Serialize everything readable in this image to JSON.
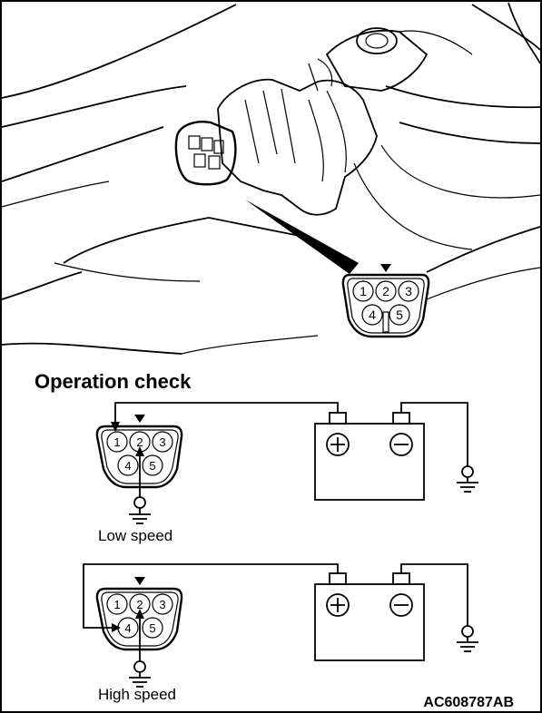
{
  "heading": "Operation check",
  "connector_pins": {
    "top": [
      "1",
      "2",
      "3"
    ],
    "bottom": [
      "4",
      "5"
    ]
  },
  "low_speed": {
    "label": "Low speed",
    "pins_top": [
      "1",
      "2",
      "3"
    ],
    "pins_bottom": [
      "4",
      "5"
    ]
  },
  "high_speed": {
    "label": "High speed",
    "pins_top": [
      "1",
      "2",
      "3"
    ],
    "pins_bottom": [
      "4",
      "5"
    ]
  },
  "figure_code": "AC608787AB"
}
